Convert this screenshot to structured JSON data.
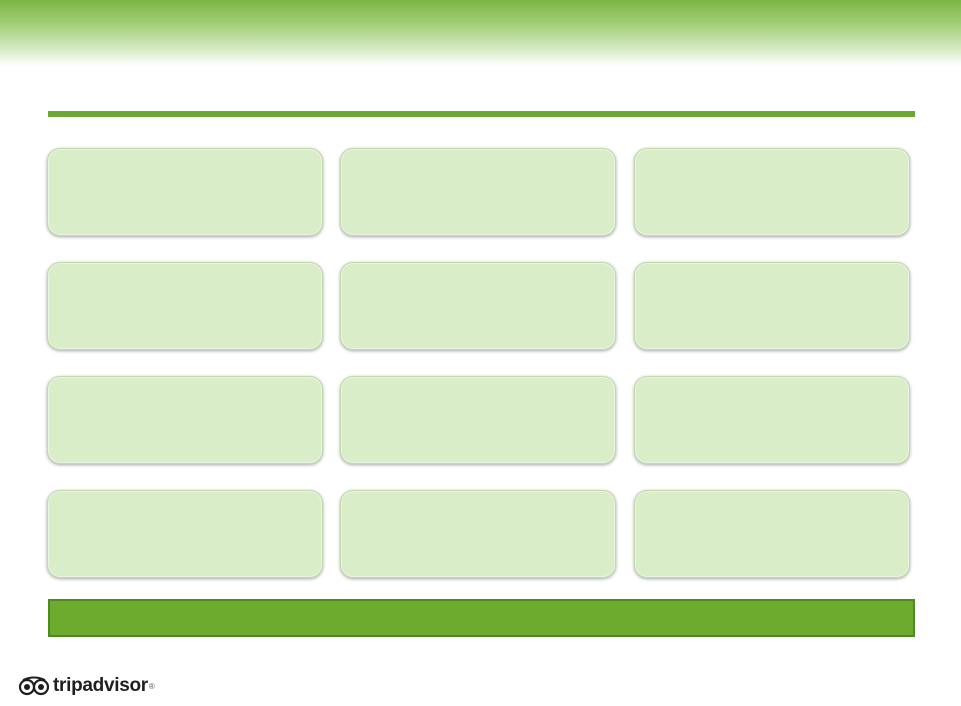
{
  "slide": {
    "colors": {
      "header_gradient_top": "#7cb544",
      "rule": "#6aa832",
      "card_fill": "#d9edc8",
      "footer_bar": "#6dab2e"
    }
  },
  "cards": [
    {
      "row": 1,
      "col": 1,
      "text": ""
    },
    {
      "row": 1,
      "col": 2,
      "text": ""
    },
    {
      "row": 1,
      "col": 3,
      "text": ""
    },
    {
      "row": 2,
      "col": 1,
      "text": ""
    },
    {
      "row": 2,
      "col": 2,
      "text": ""
    },
    {
      "row": 2,
      "col": 3,
      "text": ""
    },
    {
      "row": 3,
      "col": 1,
      "text": ""
    },
    {
      "row": 3,
      "col": 2,
      "text": ""
    },
    {
      "row": 3,
      "col": 3,
      "text": ""
    },
    {
      "row": 4,
      "col": 1,
      "text": ""
    },
    {
      "row": 4,
      "col": 2,
      "text": ""
    },
    {
      "row": 4,
      "col": 3,
      "text": ""
    }
  ],
  "footer": {
    "logo_text": "tripadvisor",
    "logo_icon": "owl-eyes-icon"
  }
}
